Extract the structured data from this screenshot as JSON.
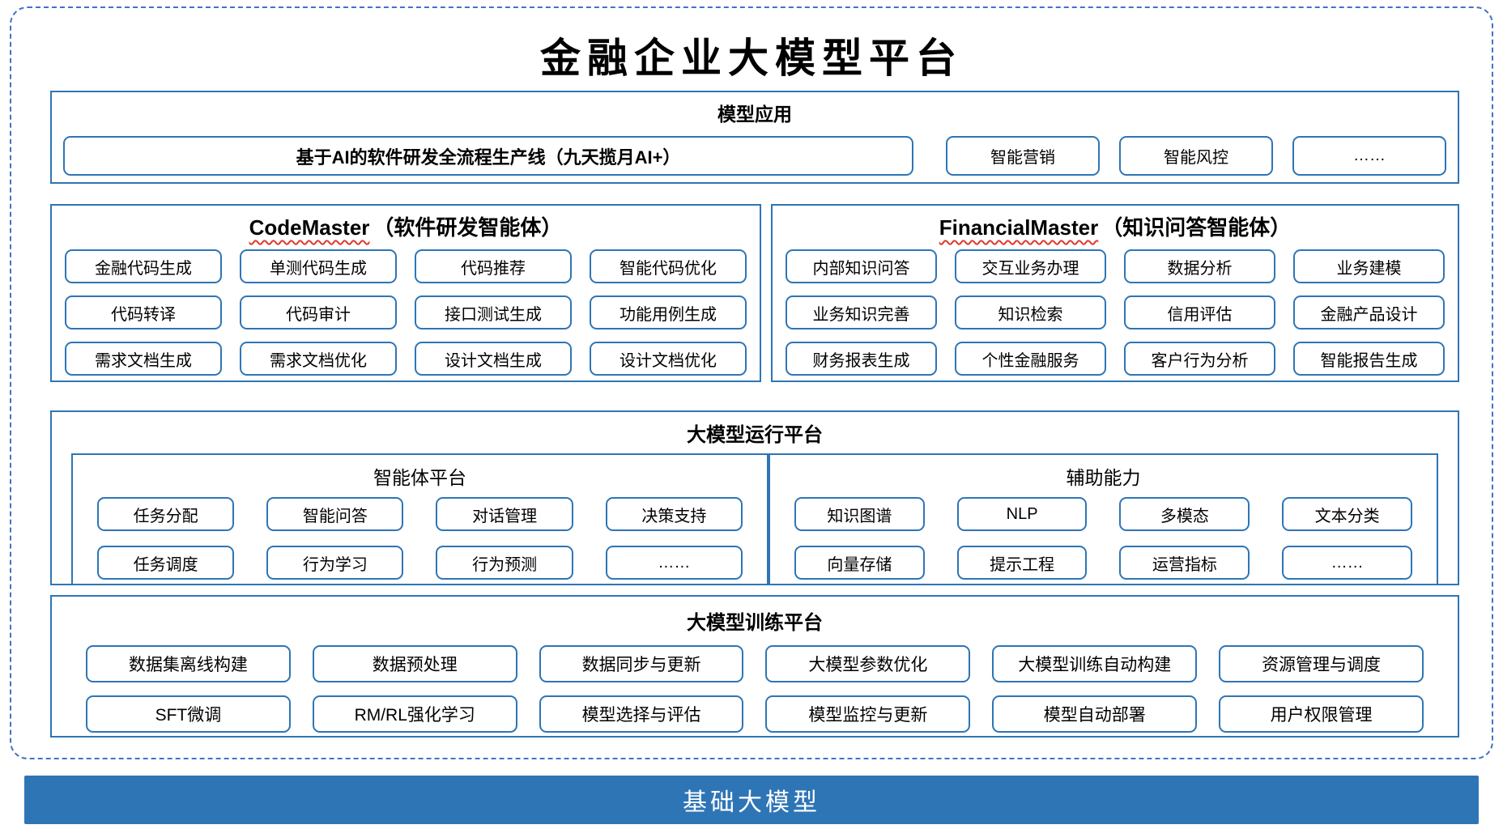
{
  "title": "金融企业大模型平台",
  "model_app": {
    "header": "模型应用",
    "pipeline": "基于AI的软件研发全流程生产线（九天揽月AI+）",
    "items": [
      "智能营销",
      "智能风控",
      "……"
    ]
  },
  "agents": [
    {
      "name": "CodeMaster",
      "subtitle": "（软件研发智能体）",
      "items": [
        "金融代码生成",
        "单测代码生成",
        "代码推荐",
        "智能代码优化",
        "代码转译",
        "代码审计",
        "接口测试生成",
        "功能用例生成",
        "需求文档生成",
        "需求文档优化",
        "设计文档生成",
        "设计文档优化"
      ]
    },
    {
      "name": "FinancialMaster",
      "subtitle": "（知识问答智能体）",
      "items": [
        "内部知识问答",
        "交互业务办理",
        "数据分析",
        "业务建模",
        "业务知识完善",
        "知识检索",
        "信用评估",
        "金融产品设计",
        "财务报表生成",
        "个性金融服务",
        "客户行为分析",
        "智能报告生成"
      ]
    }
  ],
  "runtime": {
    "header": "大模型运行平台",
    "panels": [
      {
        "header": "智能体平台",
        "items": [
          "任务分配",
          "智能问答",
          "对话管理",
          "决策支持",
          "任务调度",
          "行为学习",
          "行为预测",
          "……"
        ]
      },
      {
        "header": "辅助能力",
        "items": [
          "知识图谱",
          "NLP",
          "多模态",
          "文本分类",
          "向量存储",
          "提示工程",
          "运营指标",
          "……"
        ]
      }
    ]
  },
  "training": {
    "header": "大模型训练平台",
    "items": [
      "数据集离线构建",
      "数据预处理",
      "数据同步与更新",
      "大模型参数优化",
      "大模型训练自动构建",
      "资源管理与调度",
      "SFT微调",
      "RM/RL强化学习",
      "模型选择与评估",
      "模型监控与更新",
      "模型自动部署",
      "用户权限管理"
    ]
  },
  "foundation": {
    "label": "基础大模型"
  },
  "colors": {
    "panel_border": "#2E75B6",
    "dashed_border": "#4472C4",
    "foundation_bg": "#2E75B6",
    "squiggle_red": "#E03A2C",
    "text": "#000000"
  }
}
